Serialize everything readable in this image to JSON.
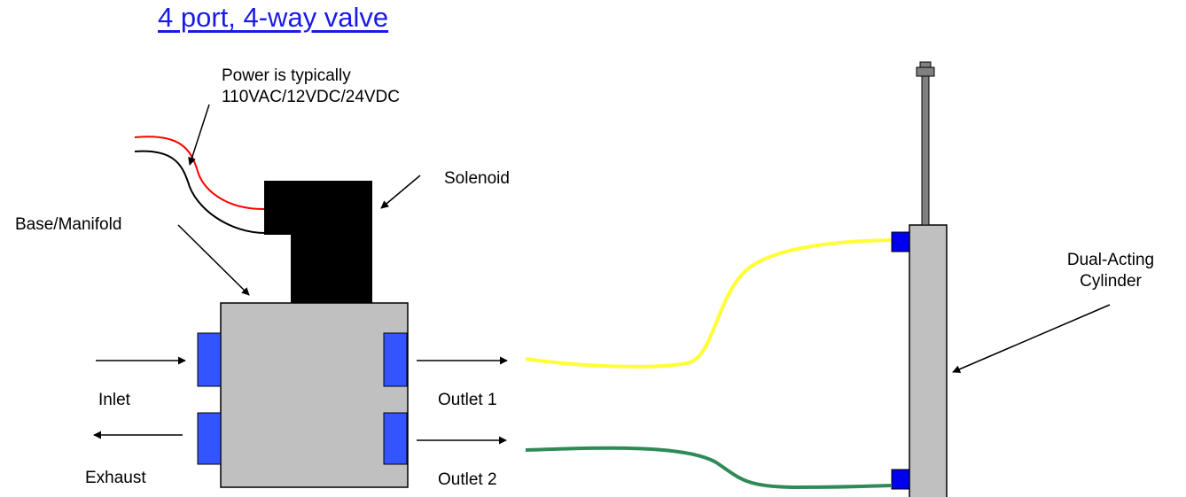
{
  "title": "4 port, 4-way valve",
  "labels": {
    "power_line1": "Power is typically",
    "power_line2": "110VAC/12VDC/24VDC",
    "solenoid": "Solenoid",
    "base_manifold": "Base/Manifold",
    "cylinder_line1": "Dual-Acting",
    "cylinder_line2": "Cylinder",
    "inlet": "Inlet",
    "exhaust": "Exhaust",
    "outlet1": "Outlet 1",
    "outlet2": "Outlet 2"
  },
  "colors": {
    "valve_body": "#c0c0c0",
    "solenoid": "#000000",
    "port": "#3355ff",
    "wire_hot": "#ff0000",
    "wire_neutral": "#000000",
    "hose_outlet1": "#ffff33",
    "hose_outlet2": "#2e8b57",
    "cylinder": "#c0c0c0",
    "link": "#1a1ae6"
  }
}
